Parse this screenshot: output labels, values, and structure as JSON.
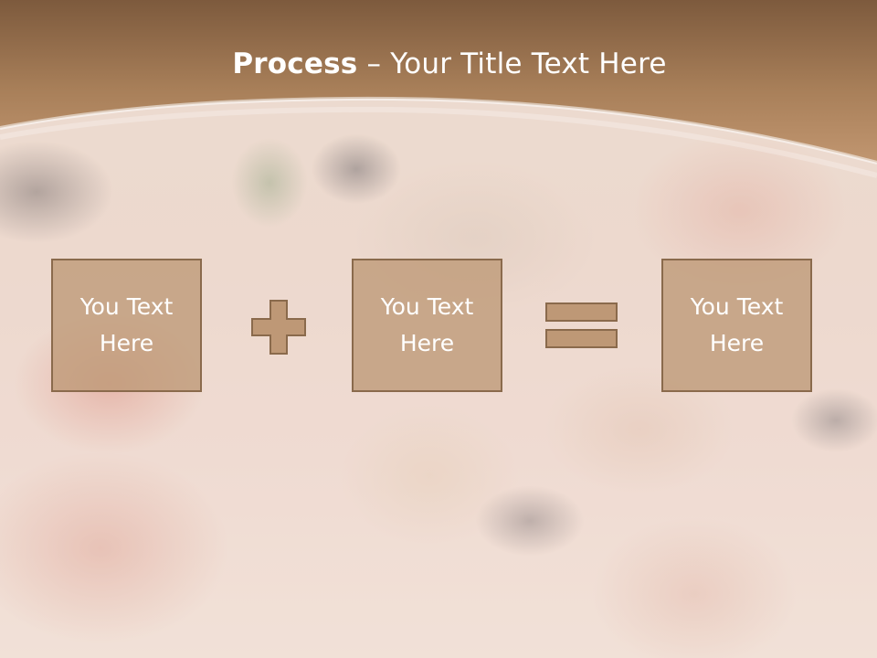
{
  "slide": {
    "title_bold": "Process",
    "title_separator": " – ",
    "title_rest": "Your Title Text Here"
  },
  "process": {
    "boxes": [
      {
        "text": "You Text\nHere"
      },
      {
        "text": "You Text\nHere"
      },
      {
        "text": "You Text\nHere"
      }
    ],
    "operators": [
      "plus-icon",
      "equals-icon"
    ]
  },
  "colors": {
    "header_brown": "#a07650",
    "box_fill": "#be9876",
    "box_border": "#8a6a4c",
    "text": "#ffffff"
  }
}
